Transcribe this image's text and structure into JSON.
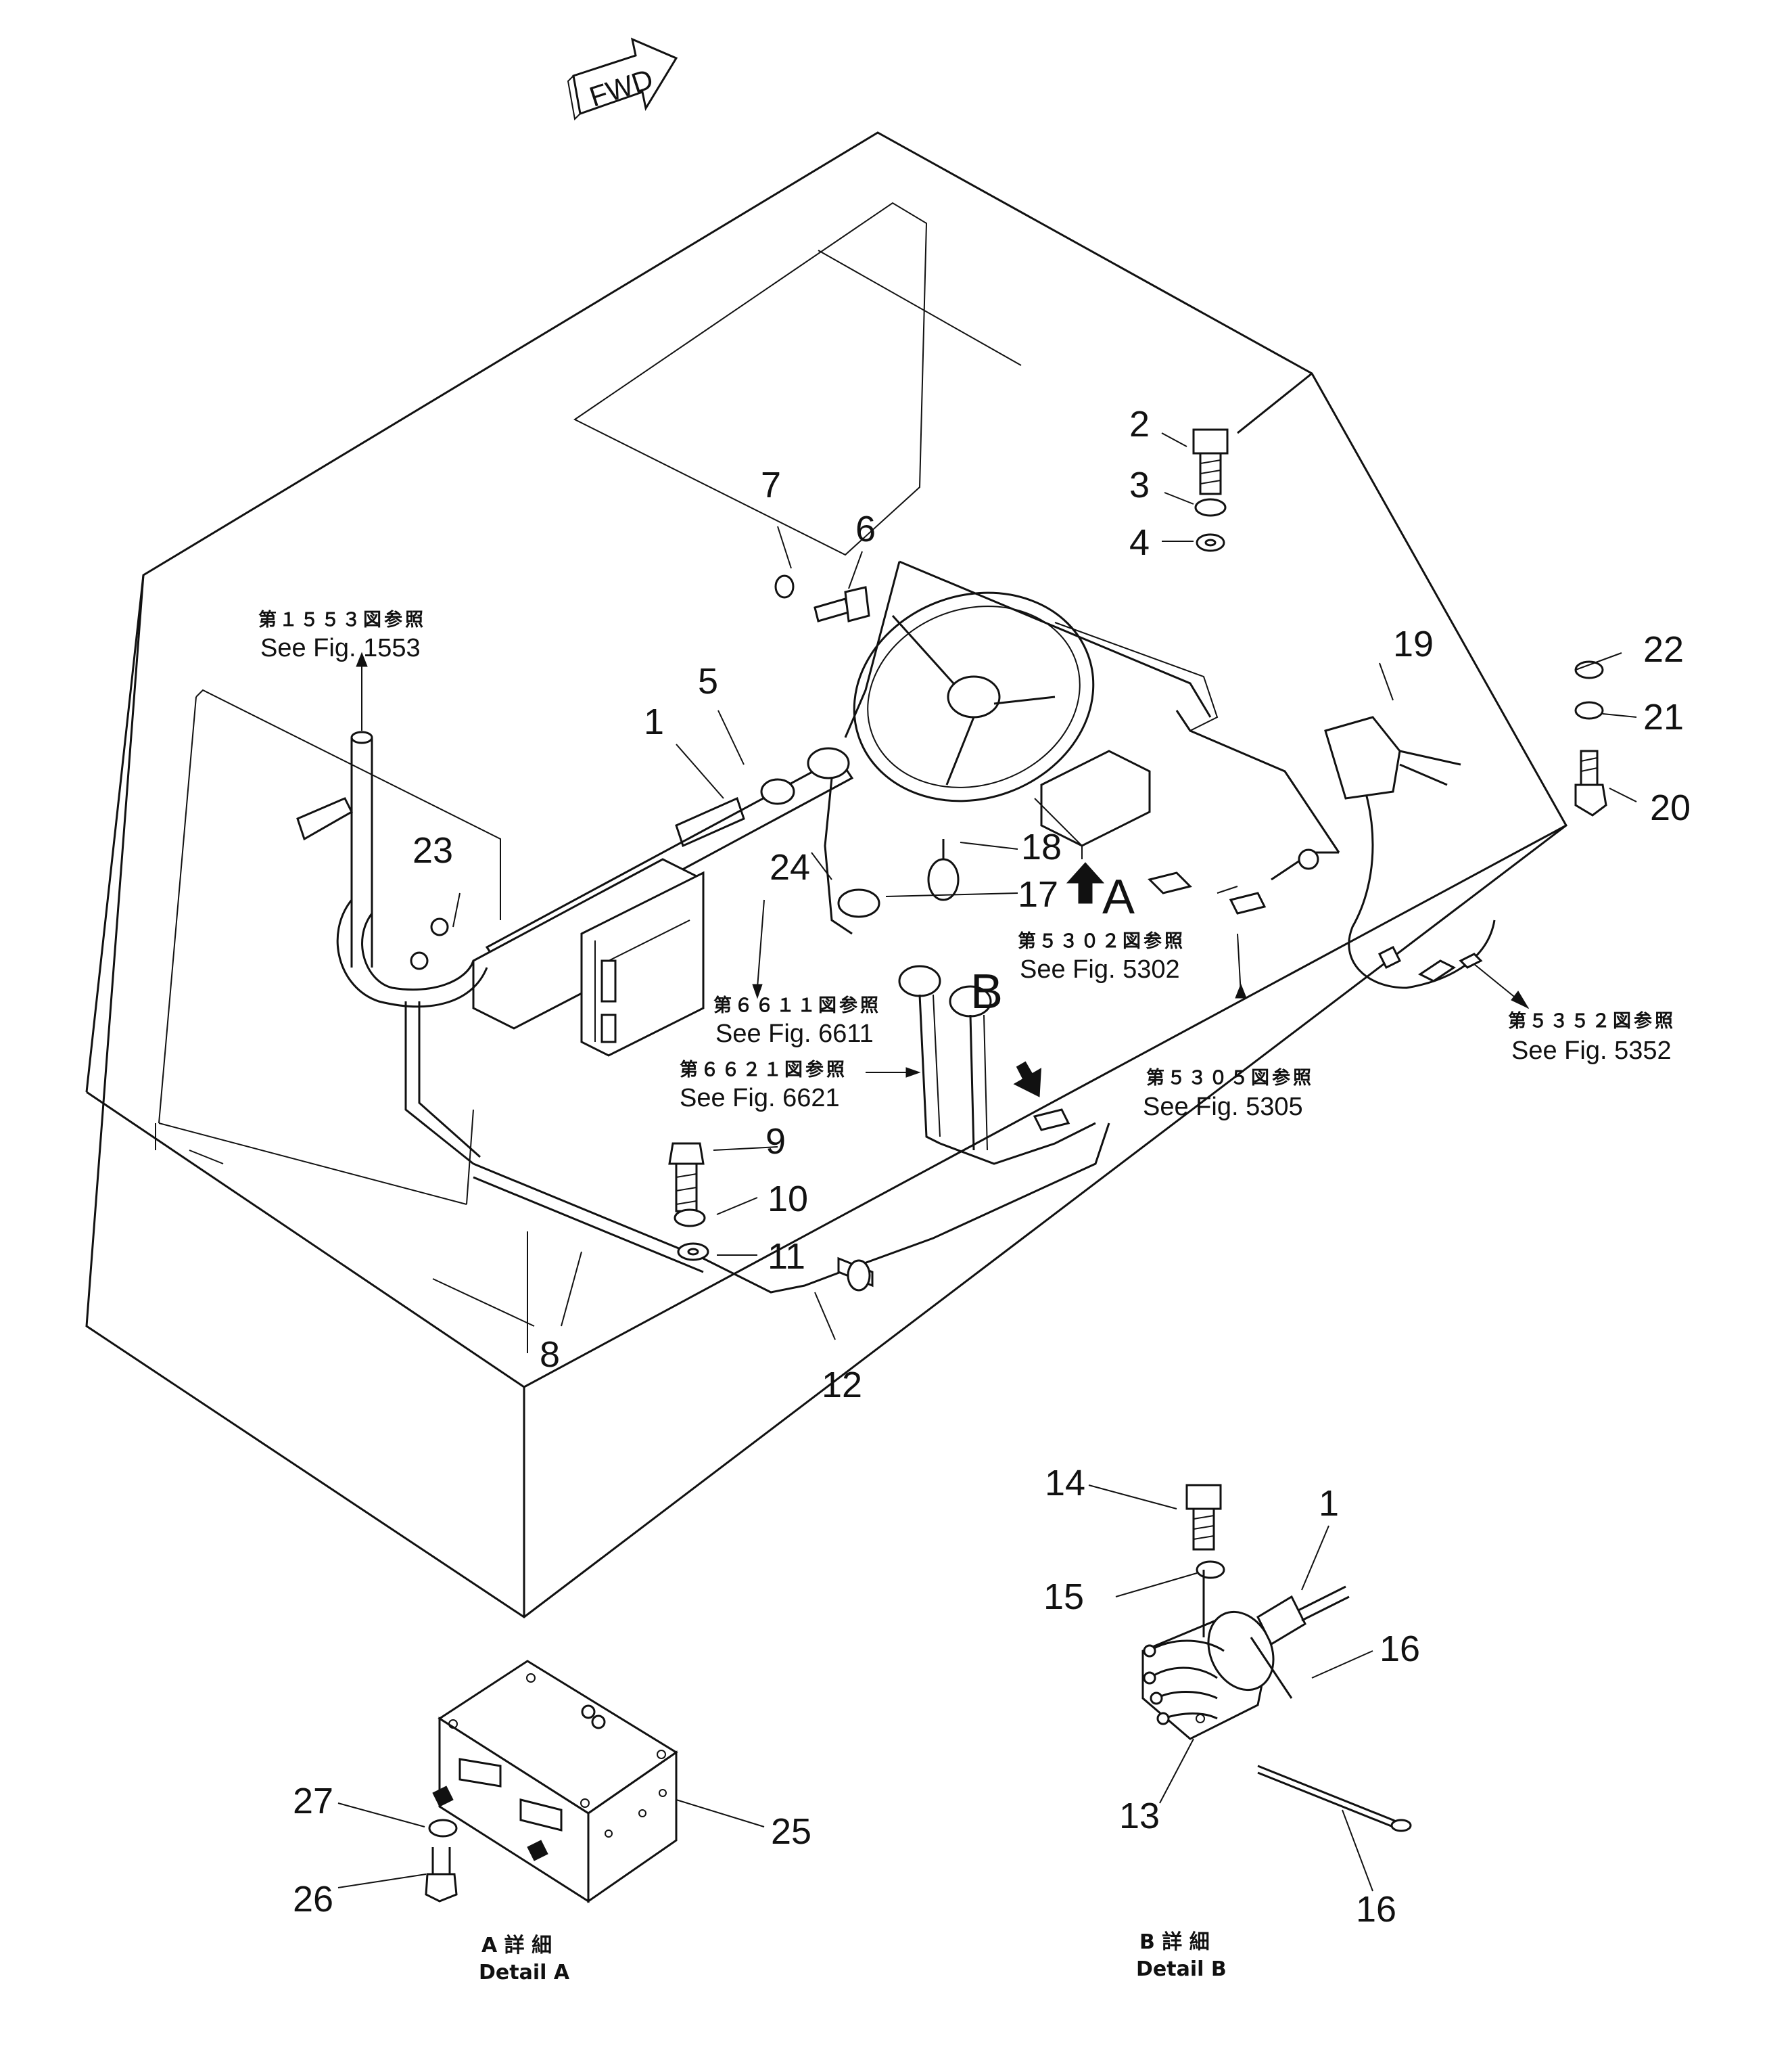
{
  "fwd_label": "FWD",
  "part_numbers": {
    "p1": "1",
    "p1b": "1",
    "p2": "2",
    "p3": "3",
    "p4": "4",
    "p5": "5",
    "p6": "6",
    "p7": "7",
    "p8": "8",
    "p9": "9",
    "p10": "10",
    "p11": "11",
    "p12": "12",
    "p13": "13",
    "p14": "14",
    "p15": "15",
    "p16a": "16",
    "p16b": "16",
    "p17": "17",
    "p18": "18",
    "p19": "19",
    "p20": "20",
    "p21": "21",
    "p22": "22",
    "p23": "23",
    "p24": "24",
    "p25": "25",
    "p26": "26",
    "p27": "27"
  },
  "view_markers": {
    "a": "A",
    "b": "B"
  },
  "references": [
    {
      "jp": "第１５５３図参照",
      "en": "See Fig. 1553"
    },
    {
      "jp": "第６６１１図参照",
      "en": "See Fig. 6611"
    },
    {
      "jp": "第６６２１図参照",
      "en": "See Fig. 6621"
    },
    {
      "jp": "第５３０２図参照",
      "en": "See Fig. 5302"
    },
    {
      "jp": "第５３０５図参照",
      "en": "See Fig. 5305"
    },
    {
      "jp": "第５３５２図参照",
      "en": "See Fig. 5352"
    }
  ],
  "details": {
    "a": {
      "jp": "A 詳 細",
      "en": "Detail A"
    },
    "b": {
      "jp": "B 詳 細",
      "en": "Detail B"
    }
  }
}
